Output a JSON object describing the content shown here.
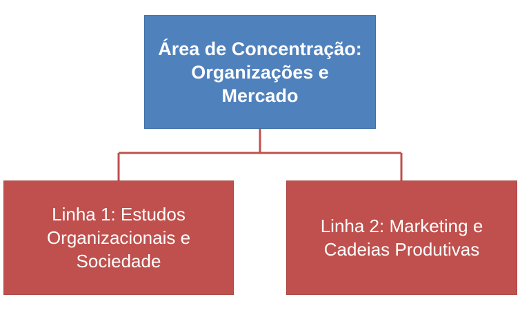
{
  "top_node": {
    "label": "Área de Concentração: Organizações e Mercado",
    "color": "#4f81bd"
  },
  "children": [
    {
      "label": "Linha 1: Estudos Organizacionais e Sociedade",
      "color": "#c0504d"
    },
    {
      "label": "Linha 2: Marketing e Cadeias Produtivas",
      "color": "#c0504d"
    }
  ],
  "connector_color": "#c0504d"
}
